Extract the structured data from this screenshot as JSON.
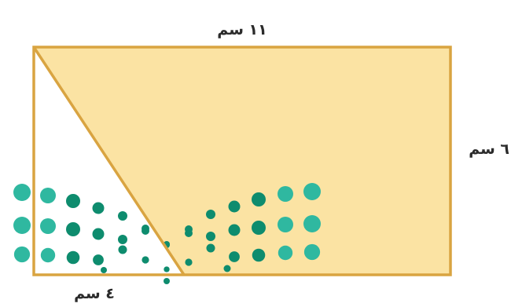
{
  "figure": {
    "top_side_label": "١١ سم",
    "right_side_label": "٦ سم",
    "bottom_segment_label": "٤ سم",
    "colors": {
      "rectangle_fill": "#fbe3a3",
      "rectangle_stroke": "#d9a441",
      "triangle_fill": "#ffffff",
      "dots_dark": "#0e8c6e",
      "dots_light": "#2fb8a0"
    },
    "decoration": "teal-dot-pattern"
  }
}
